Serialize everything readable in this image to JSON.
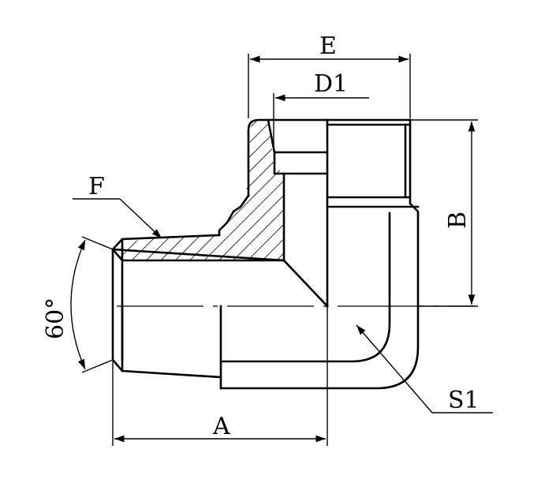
{
  "labels": {
    "E": "E",
    "D1": "D1",
    "F": "F",
    "B": "B",
    "angle": "60°",
    "A": "A",
    "S1": "S1"
  },
  "colors": {
    "line": "#000000",
    "background": "#ffffff"
  }
}
